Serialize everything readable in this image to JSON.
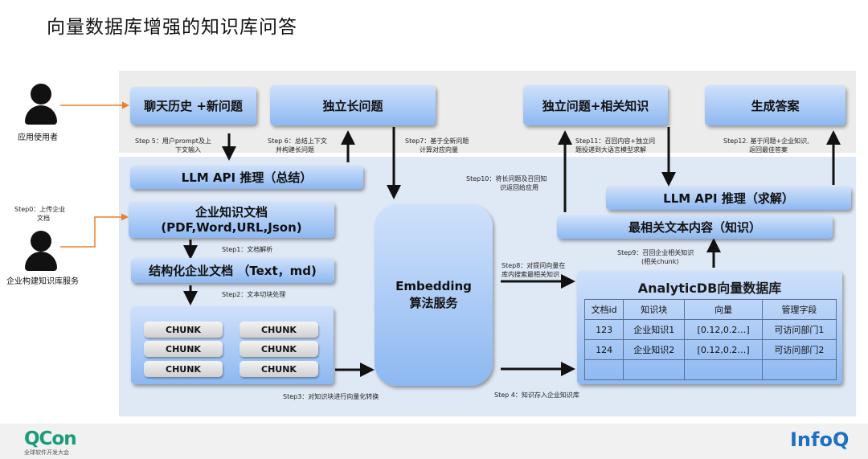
{
  "title": "向量数据库增强的知识库问答",
  "actors": {
    "app_user": "应用使用者",
    "kb_builder": "企业构建知识库服务"
  },
  "boxes": {
    "chat_history": "聊天历史 +新问题",
    "standalone_question": "独立长问题",
    "question_knowledge": "独立问题+相关知识",
    "answer": "生成答案",
    "llm_summary": "LLM API 推理（总结）",
    "llm_solve": "LLM API 推理（求解）",
    "enterprise_docs_line1": "企业知识文档",
    "enterprise_docs_line2": "(PDF,Word,URL,Json)",
    "structured_docs": "结构化企业文档 （Text，md)",
    "most_relevant": "最相关文本内容（知识）",
    "embedding_line1": "Embedding",
    "embedding_line2": "算法服务",
    "analyticdb_title": "AnalyticDB向量数据库"
  },
  "chunks": [
    "CHUNK",
    "CHUNK",
    "CHUNK",
    "CHUNK",
    "CHUNK",
    "CHUNK"
  ],
  "db_table": {
    "headers": [
      "文档id",
      "知识块",
      "向量",
      "管理字段"
    ],
    "rows": [
      [
        "123",
        "企业知识1",
        "[0.12,0.2…]",
        "可访问部门1"
      ],
      [
        "124",
        "企业知识2",
        "[0.12,0.2…]",
        "可访问部门2"
      ]
    ]
  },
  "steps": {
    "step0_l1": "Step0：上传企业",
    "step0_l2": "文档",
    "step1": "Step1：文档解析",
    "step2": "Step2：文本切块处理",
    "step3": "Step3：对知识块进行向量化转换",
    "step4": "Step 4：知识存入企业知识库",
    "step5_l1": "Step 5：用户prompt及上",
    "step5_l2": "下文输入",
    "step6_l1": "Step 6：总结上下文",
    "step6_l2": "并构建长问题",
    "step7_l1": "Step7：基于全新问题",
    "step7_l2": "计算对应向量",
    "step8_l1": "Step8：对提问向量在",
    "step8_l2": "库内搜索最相关知识",
    "step9_l1": "Step9：召回企业相关知识",
    "step9_l2": "(相关chunk)",
    "step10_l1": "Step10：将长问题及召回知",
    "step10_l2": "识返回给应用",
    "step11_l1": "Step11：召回内容+独立问",
    "step11_l2": "题投递到大语言模型求解",
    "step12_l1": "Step12. 基于问题+企业知识,",
    "step12_l2": "返回最佳答案"
  },
  "footer": {
    "qcon": "QCon",
    "qcon_sub": "全球软件开发大会",
    "infoq": "InfoQ"
  },
  "colors": {
    "box_gradient_top": "#cfe1fb",
    "box_gradient_bottom": "#8db8f1",
    "panel_top": "#ececec",
    "panel_bottom": "#dfe8f5",
    "actor_link": "#e8802e",
    "qcon_green": "#1a9c7a",
    "infoq_blue": "#1d70c2"
  }
}
